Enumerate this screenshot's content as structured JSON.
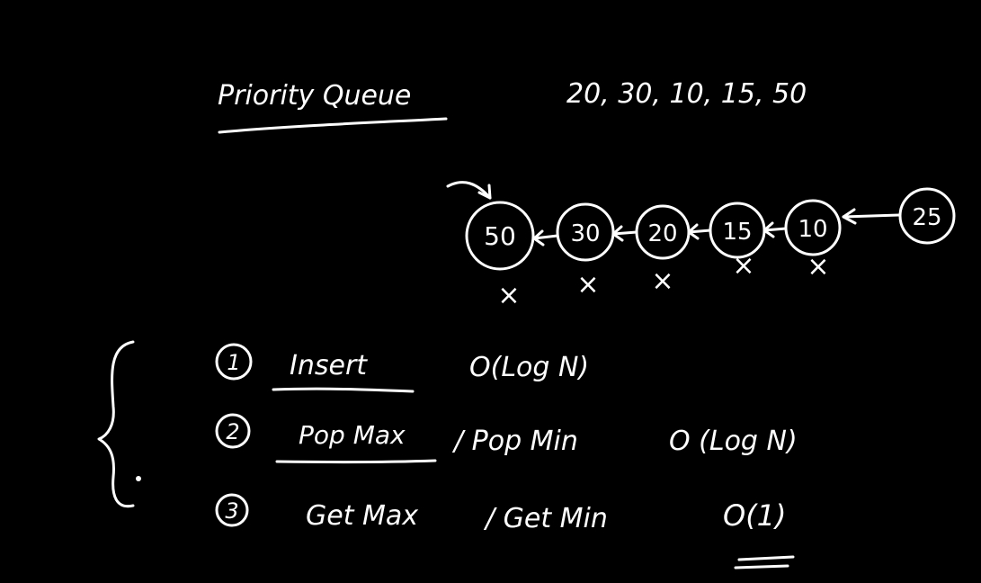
{
  "title": "Priority Queue",
  "sequence": "20, 30, 10, 15, 50",
  "queue": {
    "nodes": [
      "50",
      "30",
      "20",
      "15",
      "10"
    ],
    "marks": [
      "×",
      "×",
      "×",
      "×",
      "×"
    ],
    "incoming": "25"
  },
  "operations": [
    {
      "number": "1",
      "name": "Insert",
      "complexity": "O(Log N)"
    },
    {
      "number": "2",
      "name": "Pop Max",
      "alt": "/ Pop Min",
      "complexity": "O (Log N)"
    },
    {
      "number": "3",
      "name": "Get Max",
      "alt": "/ Get Min",
      "complexity": "O(1)"
    }
  ],
  "colors": {
    "background": "#000000",
    "ink": "#ffffff"
  }
}
